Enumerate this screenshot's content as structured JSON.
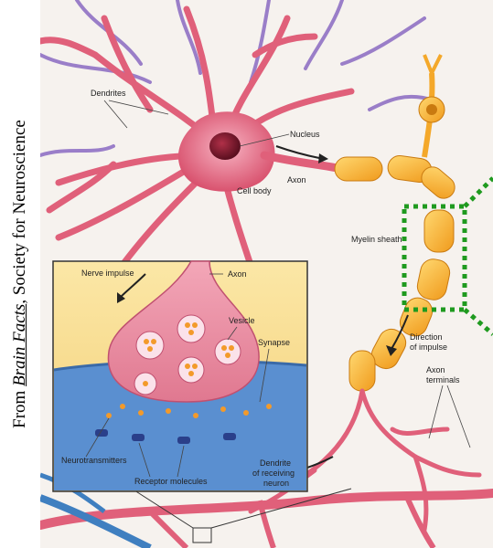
{
  "credit": {
    "prefix": "From ",
    "source": "Brain Facts",
    "suffix": ", Society for Neuroscience"
  },
  "labels": {
    "dendrites": "Dendrites",
    "nucleus": "Nucleus",
    "cell_body": "Cell body",
    "axon": "Axon",
    "myelin_sheath": "Myelin sheath",
    "direction_line1": "Direction",
    "direction_line2": "of impulse",
    "axon_terminals_line1": "Axon",
    "axon_terminals_line2": "terminals"
  },
  "inset": {
    "nerve_impulse": "Nerve impulse",
    "axon": "Axon",
    "vesicle": "Vesicle",
    "synapse": "Synapse",
    "neurotransmitters": "Neurotransmitters",
    "receptor_molecules": "Receptor molecules",
    "dendrite_line1": "Dendrite",
    "dendrite_line2": "of receiving",
    "dendrite_line3": "neuron"
  },
  "colors": {
    "neuron_pink": "#e0607a",
    "myelin_orange": "#f4a82a",
    "dendrite_purple": "#7a5fb8",
    "highlight_green": "#1f9a1f",
    "receiving_blue": "#3f7fc0"
  }
}
